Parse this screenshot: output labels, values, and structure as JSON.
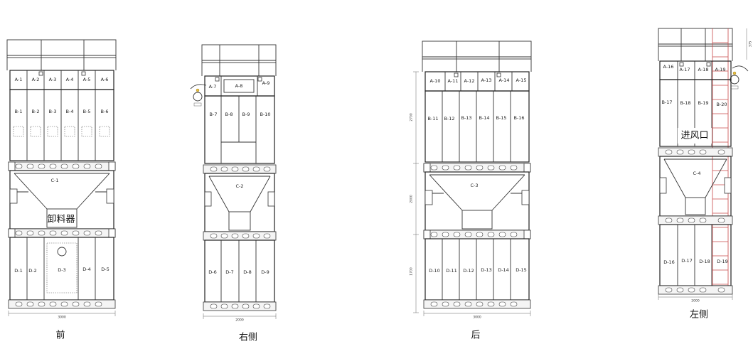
{
  "views": {
    "front": {
      "caption": "前",
      "width_dim": "3000",
      "a_labels": [
        "A-1",
        "A-2",
        "A-3",
        "A-4",
        "A-5",
        "A-6"
      ],
      "b_labels": [
        "B-1",
        "B-2",
        "B-3",
        "B-4",
        "B-5",
        "B-6"
      ],
      "c_label": "C-1",
      "d_labels": [
        "D-1",
        "D-2",
        "D-3",
        "D-4",
        "D-5"
      ],
      "discharger_label": "卸料器"
    },
    "right": {
      "caption": "右侧",
      "width_dim": "2000",
      "a_labels": [
        "A-7",
        "A-8",
        "A-9"
      ],
      "b_labels": [
        "B-7",
        "B-8",
        "B-9",
        "B-10"
      ],
      "c_label": "C-2",
      "d_labels": [
        "D-6",
        "D-7",
        "D-8",
        "D-9"
      ]
    },
    "back": {
      "caption": "后",
      "width_dim": "3000",
      "height_dims": [
        "2700",
        "2000",
        "1700"
      ],
      "a_labels": [
        "A-10",
        "A-11",
        "A-12",
        "A-13",
        "A-14",
        "A-15"
      ],
      "b_labels": [
        "B-11",
        "B-12",
        "B-13",
        "B-14",
        "B-15",
        "B-16"
      ],
      "c_label": "C-3",
      "d_labels": [
        "D-10",
        "D-11",
        "D-12",
        "D-13",
        "D-14",
        "D-15"
      ]
    },
    "left": {
      "caption": "左侧",
      "width_dim": "2000",
      "side_dim": "375",
      "a_labels": [
        "A-16",
        "A-17",
        "A-18",
        "A-19"
      ],
      "b_labels": [
        "B-17",
        "B-18",
        "B-19",
        "B-20"
      ],
      "c_label": "C-4",
      "d_labels": [
        "D-16",
        "D-17",
        "D-18",
        "D-19"
      ],
      "inlet_label": "进风口"
    }
  },
  "colors": {
    "line": "#333333",
    "ladder": "#c84a4a",
    "background": "#ffffff"
  }
}
